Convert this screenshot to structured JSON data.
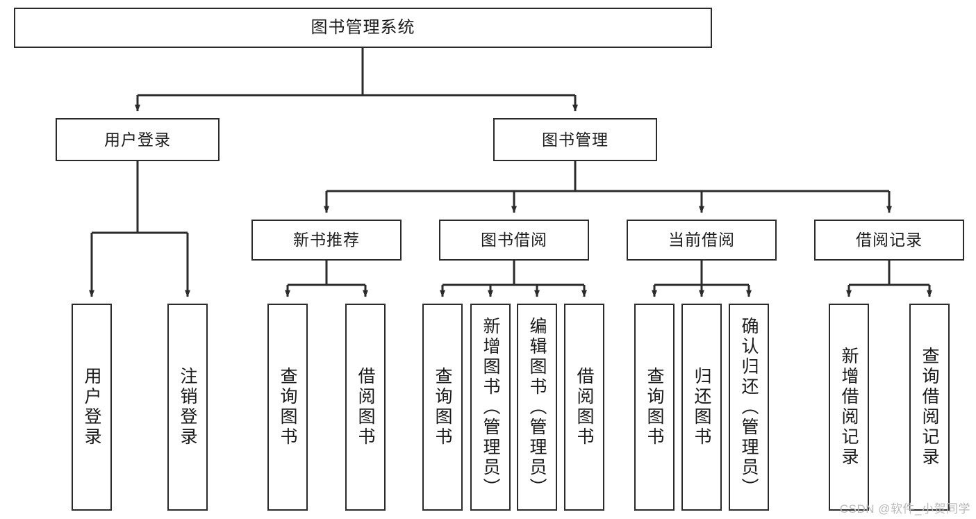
{
  "diagram": {
    "title": "图书管理系统",
    "type": "functional-structure-tree",
    "root": {
      "label": "图书管理系统"
    },
    "level2": [
      {
        "label": "用户登录"
      },
      {
        "label": "图书管理"
      }
    ],
    "level3": [
      {
        "label": "新书推荐"
      },
      {
        "label": "图书借阅"
      },
      {
        "label": "当前借阅"
      },
      {
        "label": "借阅记录"
      }
    ],
    "leaves": {
      "user_login": [
        {
          "label": "用户登录"
        },
        {
          "label": "注销登录"
        }
      ],
      "new_book_recommend": [
        {
          "label": "查询图书"
        },
        {
          "label": "借阅图书"
        }
      ],
      "book_borrow": [
        {
          "label": "查询图书"
        },
        {
          "label": "新增图书（管理员）"
        },
        {
          "label": "编辑图书（管理员）"
        },
        {
          "label": "借阅图书"
        }
      ],
      "current_borrow": [
        {
          "label": "查询图书"
        },
        {
          "label": "归还图书"
        },
        {
          "label": "确认归还（管理员）"
        }
      ],
      "borrow_records": [
        {
          "label": "新增借阅记录"
        },
        {
          "label": "查询借阅记录"
        }
      ]
    }
  },
  "watermark": {
    "text": "CSDN @软件_小贺同学"
  },
  "colors": {
    "stroke": "#2b2b2b",
    "background": "#ffffff",
    "text": "#1a1a1a",
    "watermark": "#b9b9b9"
  }
}
